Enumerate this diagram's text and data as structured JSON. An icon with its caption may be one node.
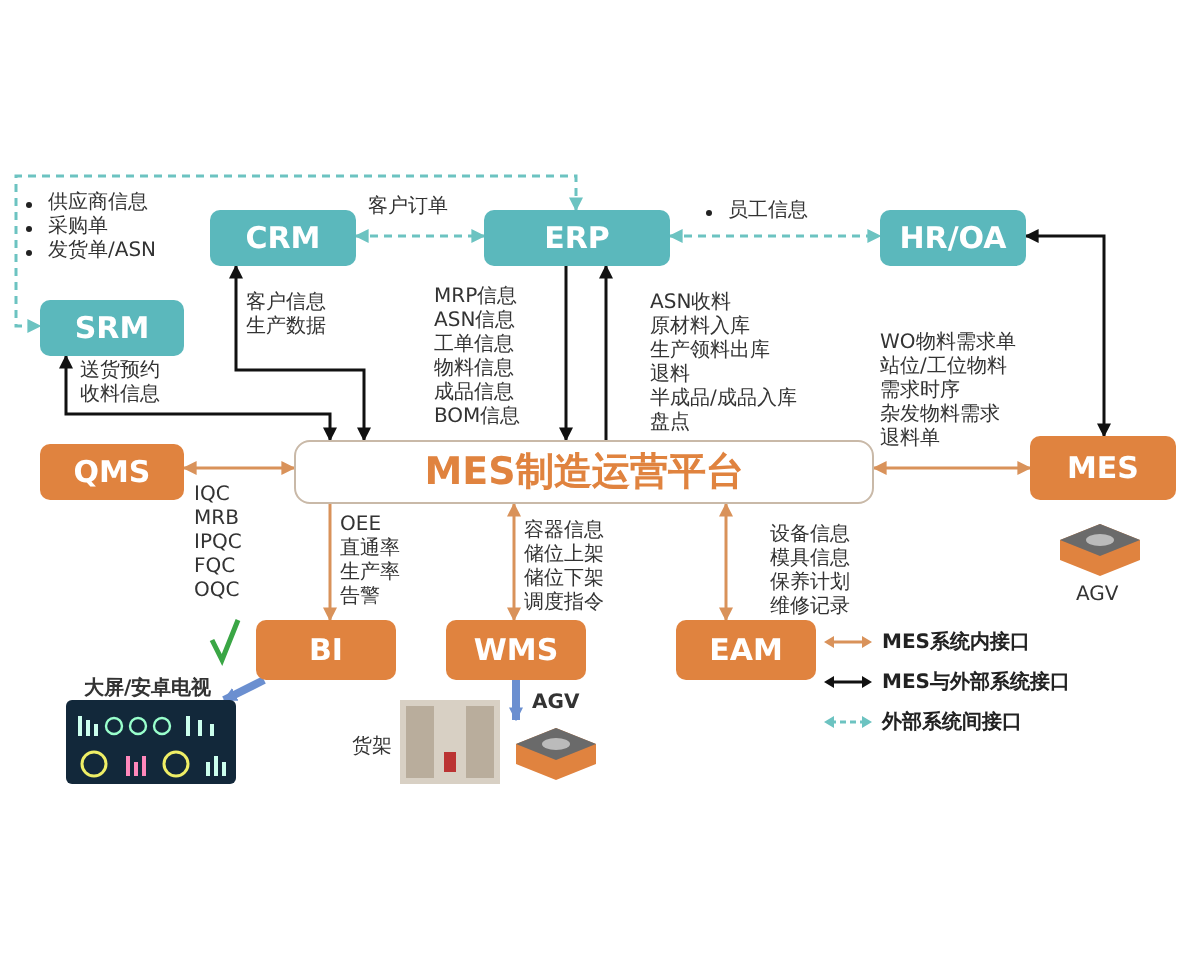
{
  "diagram": {
    "nodes": [
      {
        "text": [
          "CRM"
        ]
      },
      {
        "text": [
          "ERP"
        ]
      },
      {
        "text": [
          "HR/OA"
        ]
      },
      {
        "text": [
          "SRM"
        ]
      },
      {
        "text": [
          "QMS"
        ]
      },
      {
        "text": [
          "MES制造运营平台"
        ]
      },
      {
        "text": [
          "MES"
        ]
      },
      {
        "text": [
          "BI"
        ]
      },
      {
        "text": [
          "WMS"
        ]
      },
      {
        "text": [
          "EAM"
        ]
      },
      {
        "text": [],
        "shape": "picture",
        "beside": [
          "大屏/安卓电视"
        ]
      },
      {
        "text": [],
        "shape": "picture",
        "beside": [
          "货架"
        ]
      },
      {
        "text": [],
        "shape": "picture",
        "beside": [
          "AGV"
        ]
      }
    ],
    "edges": [
      {
        "from": 1,
        "to": 3,
        "arrow": "both",
        "style": "dashed",
        "color": "#6cc3c1"
      },
      {
        "from": 0,
        "to": 1,
        "arrow": "both",
        "style": "dashed",
        "color": "#6cc3c1",
        "label": "客户订单"
      },
      {
        "from": 1,
        "to": 2,
        "arrow": "both",
        "style": "dashed",
        "color": "#6cc3c1"
      },
      {
        "from": 3,
        "to": 5,
        "arrow": "both"
      },
      {
        "from": 0,
        "to": 5,
        "arrow": "both"
      },
      {
        "from": 1,
        "to": 5,
        "arrow": "to"
      },
      {
        "from": 5,
        "to": 1,
        "arrow": "to"
      },
      {
        "from": 2,
        "to": 6,
        "arrow": "both"
      },
      {
        "from": 4,
        "to": 5,
        "arrow": "both",
        "color": "#d9925a"
      },
      {
        "from": 5,
        "to": 6,
        "arrow": "both",
        "color": "#d9925a"
      },
      {
        "from": 5,
        "to": 7,
        "arrow": "to",
        "color": "#d9925a"
      },
      {
        "from": 5,
        "to": 8,
        "arrow": "both",
        "color": "#d9925a"
      },
      {
        "from": 5,
        "to": 9,
        "arrow": "both",
        "color": "#d9925a"
      },
      {
        "from": 7,
        "to": 10,
        "arrow": "to",
        "style": "thick",
        "color": "#6b8fd0"
      },
      {
        "from": 8,
        "to": 12,
        "arrow": "to",
        "style": "thick",
        "color": "#6b8fd0"
      }
    ],
    "labels": [
      "供应商信息",
      "采购单",
      "发货单/ASN",
      "员工信息",
      "送货预约",
      "收料信息",
      "客户信息",
      "生产数据",
      "MRP信息",
      "ASN信息",
      "工单信息",
      "物料信息",
      "成品信息",
      "BOM信息",
      "ASN收料",
      "原材料入库",
      "生产领料出库",
      "退料",
      "半成品/成品入库",
      "盘点",
      "WO物料需求单",
      "站位/工位物料",
      "需求时序",
      "杂发物料需求",
      "退料单",
      "IQC",
      "MRB",
      "IPQC",
      "FQC",
      "OQC",
      "OEE",
      "直通率",
      "生产率",
      "告警",
      "容器信息",
      "储位上架",
      "储位下架",
      "调度指令",
      "设备信息",
      "模具信息",
      "保养计划",
      "维修记录",
      "AGV"
    ],
    "legend": [
      {
        "text": "MES系统内接口"
      },
      {
        "text": "MES与外部系统接口"
      },
      {
        "text": "外部系统间接口"
      }
    ]
  }
}
